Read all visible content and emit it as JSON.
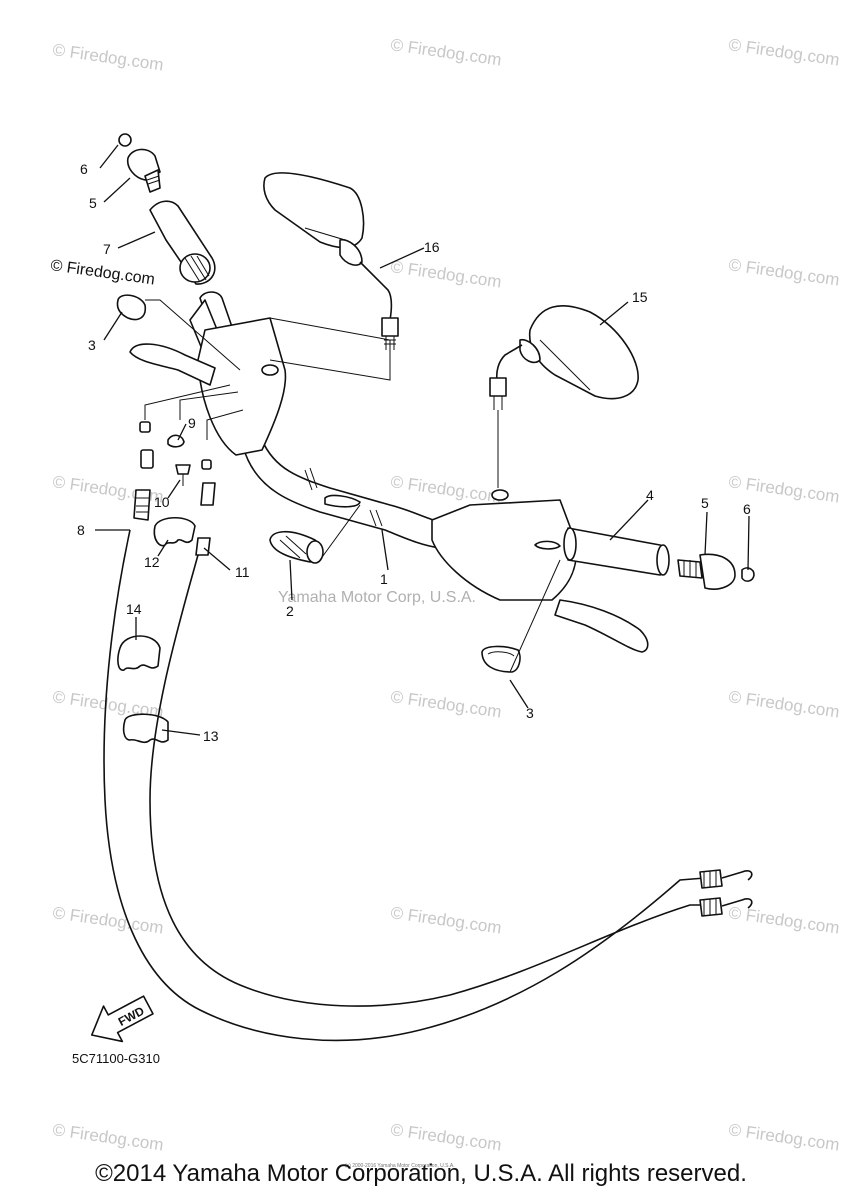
{
  "watermark": "© Firedog.com",
  "center_watermark": "Yamaha Motor Corp, U.S.A.",
  "diagram_code": "5C71100-G310",
  "fwd_label": "FWD",
  "tiny_notice": "(c) 2000-2016 Yamaha Motor Corporation, U.S.A.",
  "copyright": "©2014 Yamaha Motor Corporation, U.S.A. All rights reserved.",
  "callouts": [
    "1",
    "2",
    "3",
    "3",
    "4",
    "5",
    "5",
    "6",
    "6",
    "7",
    "8",
    "9",
    "10",
    "11",
    "12",
    "13",
    "14",
    "15",
    "16"
  ]
}
